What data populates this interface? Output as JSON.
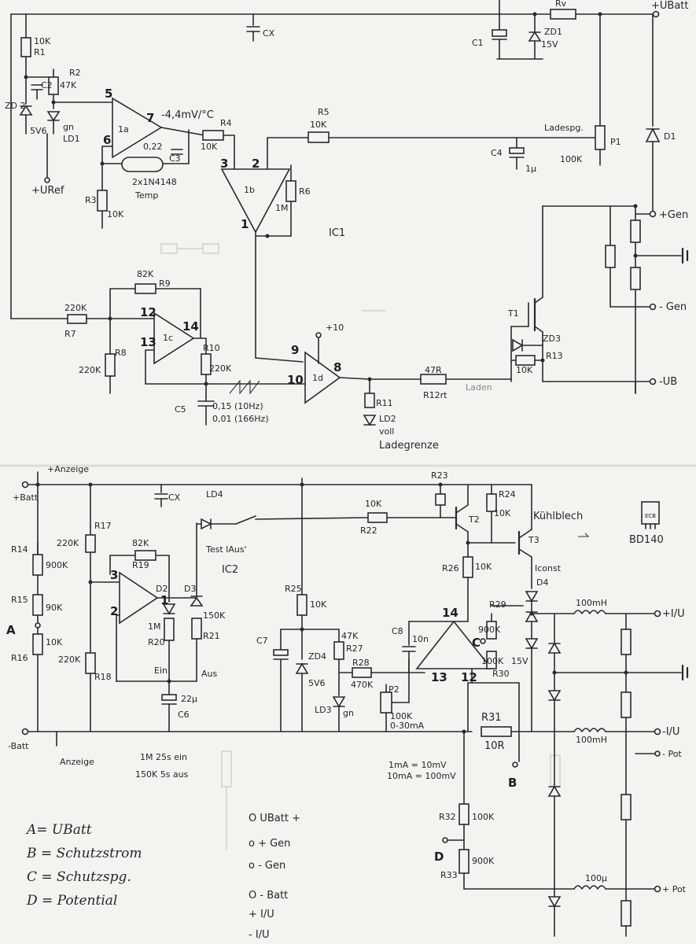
{
  "top": {
    "terminals": {
      "ubatt_plus": "+UBatt",
      "gen_plus": "+Gen",
      "gen_minus": "- Gen",
      "ubatt_minus": "-UB"
    },
    "uref": "+URef",
    "temp_coeff": "-4,4mV/°C",
    "ic_name": "IC1",
    "op_labels": {
      "a": "1a",
      "b": "1b",
      "c": "1c",
      "d": "1d"
    },
    "pins": {
      "p5": "5",
      "p6": "6",
      "p7": "7",
      "p3": "3",
      "p2": "2",
      "p1": "1",
      "p12": "12",
      "p13": "13",
      "p14": "14",
      "p9": "9",
      "p10": "10",
      "p8": "8",
      "p10v": "+10"
    },
    "r1": {
      "ref": "R1",
      "val": "10K"
    },
    "r2": {
      "ref": "R2",
      "val": "47K"
    },
    "zd2": {
      "ref": "ZD 2",
      "val": "5V6"
    },
    "c2": {
      "ref": "C2"
    },
    "ld1": {
      "ref": "LD1",
      "val": "gn"
    },
    "c3": {
      "ref": "C3",
      "val": "0,22"
    },
    "diodes": {
      "val": "2x1N4148",
      "label": "Temp"
    },
    "r3": {
      "ref": "R3",
      "val": "10K"
    },
    "r4": {
      "ref": "R4",
      "val": "10K"
    },
    "r5": {
      "ref": "R5",
      "val": "10K"
    },
    "r6": {
      "ref": "R6",
      "val": "1M"
    },
    "cx": "CX",
    "c1": "C1",
    "zd1": {
      "ref": "ZD1",
      "val": "15V"
    },
    "rv": "Rv",
    "ladespg": "Ladespg.",
    "c4": {
      "ref": "C4",
      "val": "1µ"
    },
    "p1": {
      "ref": "P1",
      "val": "100K"
    },
    "d1": "D1",
    "r9": {
      "ref": "R9",
      "val": "82K"
    },
    "r7": {
      "ref": "R7",
      "val": "220K"
    },
    "r8": {
      "ref": "R8",
      "val": "220K"
    },
    "r10": {
      "ref": "R10",
      "val": "220K"
    },
    "c5": {
      "ref": "C5",
      "v1": "0,15 (10Hz)",
      "v2": "0,01 (166Hz)"
    },
    "t1": "T1",
    "zd3": "ZD3",
    "r13": {
      "ref": "R13",
      "val": "10K"
    },
    "r12": {
      "ref": "R12rt",
      "val": "47R"
    },
    "r11": "R11",
    "ld2": {
      "ref": "LD2",
      "val": "voll"
    },
    "ladegrenze": "Ladegrenze",
    "laden": "Laden"
  },
  "bottom": {
    "terminals": {
      "batt_plus": "+Batt",
      "anzeige_plus": "+Anzeige",
      "batt_minus": "-Batt",
      "anzeige_minus": "Anzeige",
      "iu_plus": "+I/U",
      "iu_minus": "-I/U",
      "pot_minus": "- Pot",
      "pot_plus": "+ Pot"
    },
    "ic_name": "IC2",
    "cx": "CX",
    "ld4": "LD4",
    "test": "Test IAus'",
    "r14": {
      "ref": "R14",
      "val": "900K"
    },
    "r15": {
      "ref": "R15",
      "val": "90K"
    },
    "r16": {
      "ref": "R16",
      "val": "10K"
    },
    "r17": {
      "ref": "R17",
      "val": "220K"
    },
    "r18": {
      "ref": "R18",
      "val": "220K"
    },
    "r19": {
      "ref": "R19",
      "val": "82K"
    },
    "d2": "D2",
    "d3": "D3",
    "r20": {
      "ref": "R20",
      "val": "1M"
    },
    "r21": {
      "ref": "R21",
      "val": "150K"
    },
    "ein": "Ein",
    "aus": "Aus",
    "c6": {
      "ref": "C6",
      "val": "22µ"
    },
    "pins": {
      "p3": "3",
      "p2": "2",
      "p1": "1",
      "p14": "14",
      "p13": "13",
      "p12": "12"
    },
    "r22": {
      "ref": "R22",
      "val": "10K"
    },
    "r23": "R23",
    "r24": {
      "ref": "R24",
      "val": "10K"
    },
    "t2": "T2",
    "t3": "T3",
    "kuehlblech": "Kühlblech",
    "bd140": "BD140",
    "icase": "ECB",
    "iconst": "Iconst",
    "d4": "D4",
    "r25": {
      "ref": "R25",
      "val": "10K"
    },
    "r26": {
      "ref": "R26",
      "val": "10K"
    },
    "c7": "C7",
    "zd4": {
      "ref": "ZD4",
      "val": "5V6"
    },
    "r27": {
      "ref": "R27",
      "val": "47K"
    },
    "r28": {
      "ref": "R28",
      "val": "470K"
    },
    "ld3": {
      "ref": "LD3",
      "val": "gn"
    },
    "p2": {
      "ref": "P2",
      "val": "100K",
      "range": "0-30mA"
    },
    "c8": {
      "ref": "C8",
      "val": "10n"
    },
    "r29": {
      "ref": "R29",
      "val": "900K"
    },
    "r30": {
      "ref": "R30",
      "val": "100K"
    },
    "zd15": "15V",
    "r31": {
      "ref": "R31",
      "val": "10R"
    },
    "ind": [
      "100mH",
      "100mH",
      "100µ"
    ],
    "scale1": "1mA = 10mV",
    "scale2": "10mA = 100mV",
    "r32": {
      "ref": "R32",
      "val": "100K"
    },
    "r33": {
      "ref": "R33",
      "val": "900K"
    },
    "timing": [
      "1M  25s ein",
      "150K  5s aus"
    ],
    "letters": {
      "a": "A",
      "b": "B",
      "c": "C",
      "d": "D"
    },
    "legend": [
      "A= UBatt",
      "B = Schutzstrom",
      "C = Schutzspg.",
      "D = Potential"
    ],
    "term_list": [
      "O UBatt +",
      "o + Gen",
      "o  - Gen",
      "O - Batt",
      "+ I/U",
      "- I/U"
    ]
  }
}
